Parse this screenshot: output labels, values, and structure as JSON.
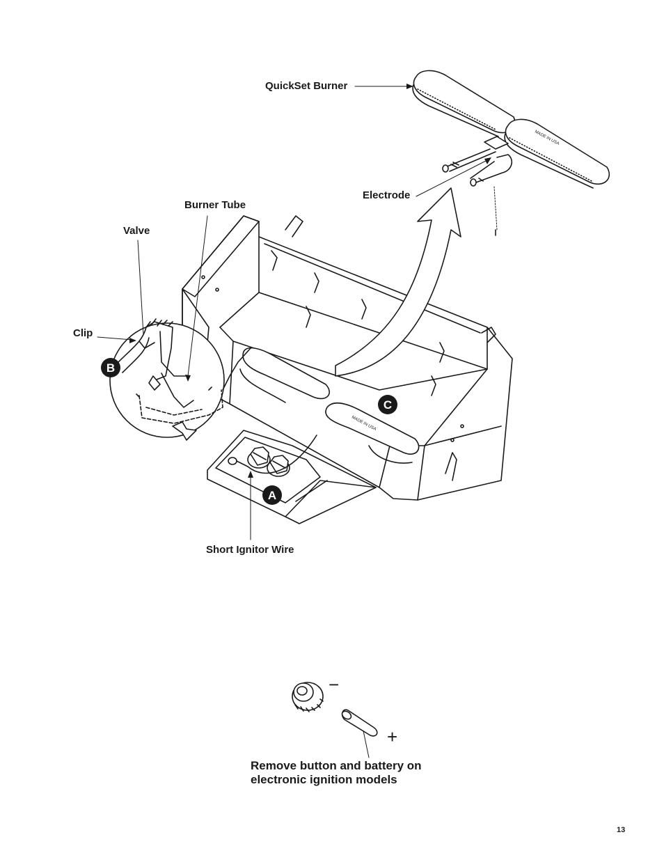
{
  "labels": {
    "quickset_burner": "QuickSet Burner",
    "electrode": "Electrode",
    "burner_tube": "Burner Tube",
    "valve": "Valve",
    "clip": "Clip",
    "short_ignitor_wire": "Short Ignitor Wire"
  },
  "badges": {
    "a": "A",
    "b": "B",
    "c": "C"
  },
  "burner_stamp": "MADE IN USA",
  "battery": {
    "minus_sign": "−",
    "plus_sign": "+",
    "caption_line1": "Remove button and battery on",
    "caption_line2": "electronic ignition models"
  },
  "page_number": "13"
}
